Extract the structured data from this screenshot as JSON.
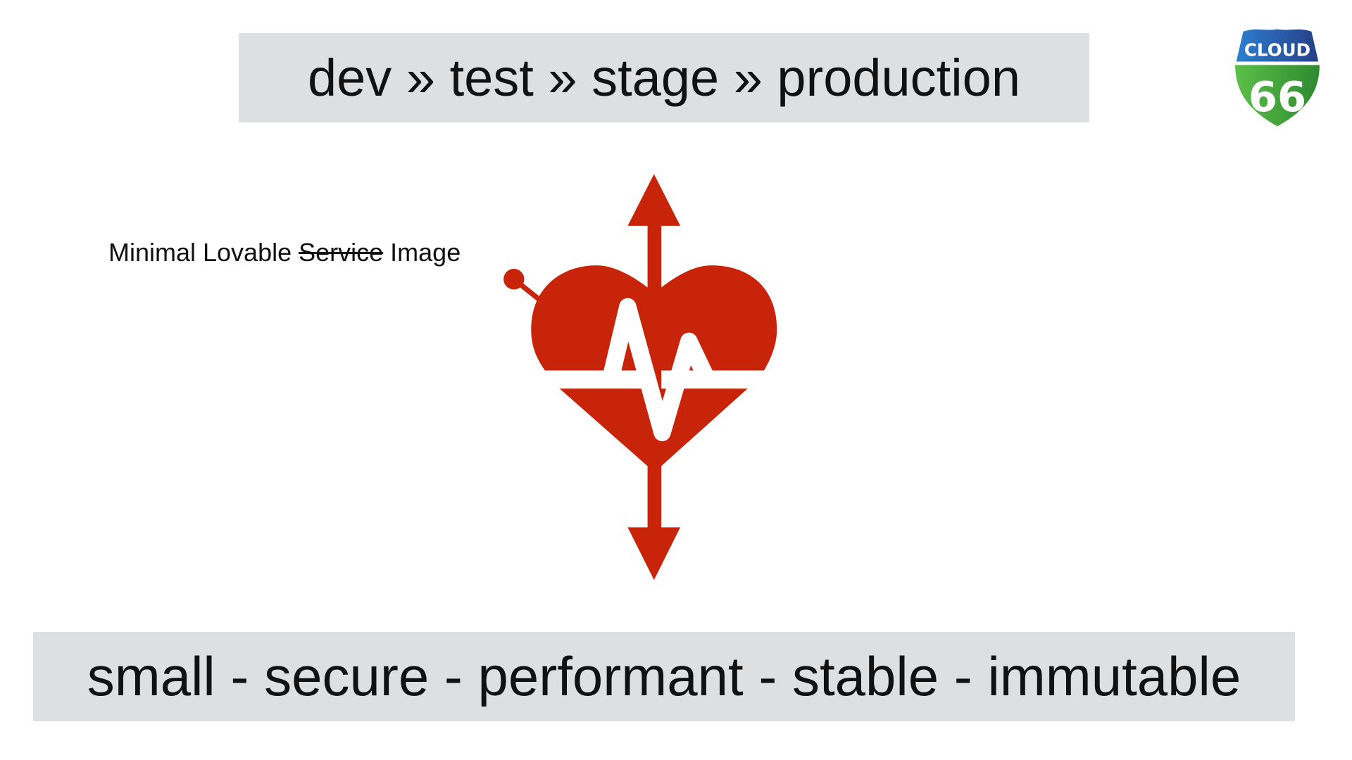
{
  "header": {
    "pipeline": "dev » test » stage » production"
  },
  "annotation": {
    "before": "Minimal Lovable ",
    "struck": "Service",
    "after": " Image"
  },
  "footer": {
    "qualities": "small - secure - performant - stable - immutable"
  },
  "logo": {
    "word": "CLOUD",
    "number": "66"
  },
  "colors": {
    "accent": "#c8240a",
    "banner": "#dedfe1",
    "logo_blue": "#2a5fa8",
    "logo_green": "#3fa03a"
  },
  "icons": [
    "heart-pulse-icon",
    "arrow-up-icon",
    "arrow-down-icon",
    "pin-icon"
  ]
}
